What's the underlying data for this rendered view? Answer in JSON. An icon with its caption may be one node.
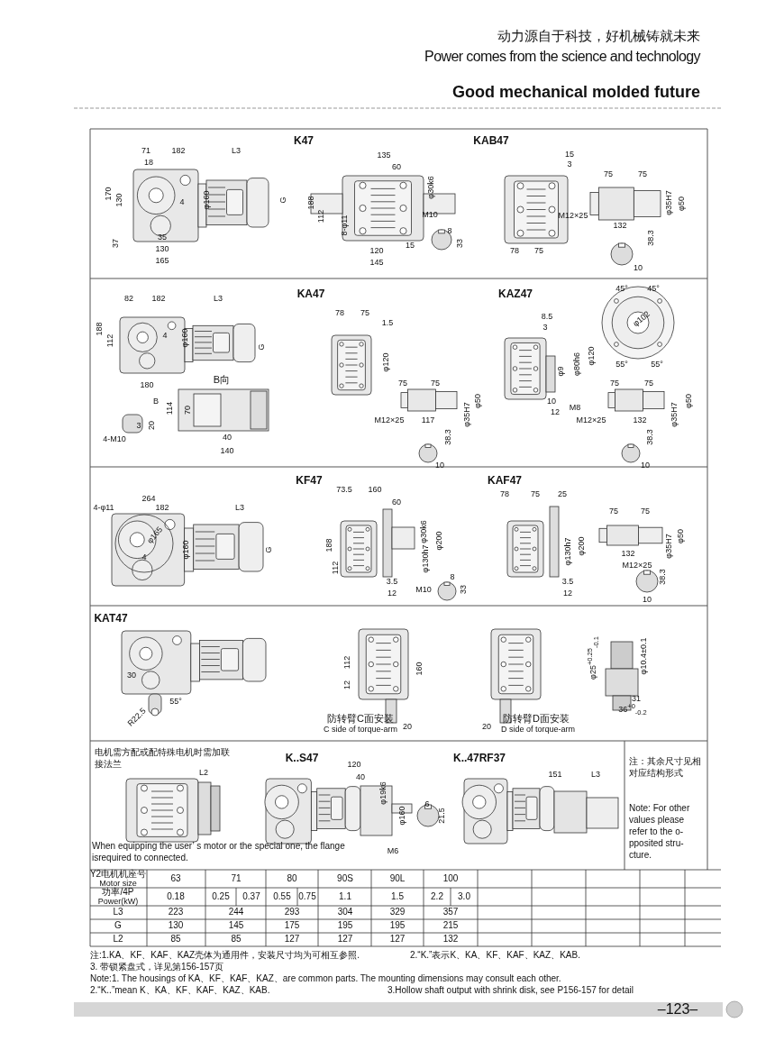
{
  "diagram": {
    "labels": [
      "动力源自于科技，好机械铸就未来",
      "Power comes from the science and technology",
      "Good mechanical molded future",
      "K47",
      "71",
      "182",
      "L3",
      "18",
      "170",
      "130",
      "4",
      "φ160",
      "G",
      "37",
      "35",
      "130",
      "165",
      "135",
      "60",
      "φ30k6",
      "188",
      "112",
      "8-φ11",
      "M10",
      "120",
      "15",
      "145",
      "8",
      "33",
      "KAB47",
      "15",
      "3",
      "75",
      "75",
      "M12×25",
      "132",
      "φ35H7",
      "φ50",
      "78",
      "75",
      "38.3",
      "10",
      "KA47",
      "82",
      "182",
      "L3",
      "188",
      "112",
      "4",
      "φ160",
      "G",
      "180",
      "B",
      "B向",
      "114",
      "70",
      "3",
      "20",
      "4-M10",
      "40",
      "140",
      "78",
      "75",
      "1.5",
      "φ120",
      "75",
      "75",
      "M12×25",
      "117",
      "φ35H7",
      "φ50",
      "38.3",
      "10",
      "KAZ47",
      "45°",
      "45°",
      "φ102",
      "55°",
      "55°",
      "8.5",
      "3",
      "φ9",
      "φ80h6",
      "φ120",
      "M8",
      "10",
      "12",
      "75",
      "75",
      "M12×25",
      "132",
      "φ35H7",
      "φ50",
      "38.3",
      "10",
      "KF47",
      "264",
      "4-φ11",
      "182",
      "L3",
      "φ165",
      "4",
      "φ160",
      "G",
      "73.5",
      "160",
      "60",
      "φ30k6",
      "φ130h7",
      "φ200",
      "188",
      "112",
      "3.5",
      "12",
      "M10",
      "8",
      "33",
      "KAF47",
      "78",
      "75",
      "25",
      "φ130h7",
      "φ200",
      "3.5",
      "12",
      "75",
      "75",
      "φ35H7",
      "φ50",
      "132",
      "M12×25",
      "38.3",
      "10",
      "KAT47",
      "30",
      "R22.5",
      "55°",
      "112",
      "12",
      "160",
      "20",
      "防转臂C面安装",
      "C side of torque-arm",
      "20",
      "防转臂D面安装",
      "D side of torque-arm",
      "φ25$^{+0.25}$$_{-0.1}$",
      "φ10.4±0.1",
      "31",
      "36$^{+0}$$_{-0.2}$",
      "电机需方配或配特殊电机时需加联接法兰",
      "L2",
      "When equipping the user’ s motor or the special one, the flange isrequired to connected.",
      "K..S47",
      "120",
      "40",
      "φ19k6",
      "φ160",
      "6",
      "21.5",
      "M6",
      "K..47RF37",
      "151",
      "L3",
      "注：其余尺寸见相对应结构形式",
      "Note: For other values please refer to the o-pposited stru-cture.",
      "Y2电机机座号",
      "Motor size",
      "63",
      "71",
      "80",
      "90S",
      "90L",
      "100",
      "功率/4P",
      "Power(kW)",
      "0.18",
      "0.25",
      "0.37",
      "0.55",
      "0.75",
      "1.1",
      "1.5",
      "2.2",
      "3.0",
      "L3",
      "223",
      "244",
      "293",
      "304",
      "329",
      "357",
      "G",
      "130",
      "145",
      "175",
      "195",
      "195",
      "215",
      "L2",
      "85",
      "85",
      "127",
      "127",
      "127",
      "132",
      "注:1.KA、KF、KAF、KAZ壳体为通用件，安装尺寸均为可相互参照.",
      "2.“K.”表示K、KA、KF、KAF、KAZ、KAB.",
      "3. 带锁紧盘式，详见第156-157页",
      "Note:1. The housings of KA、KF、KAF、KAZ、are common parts. The mounting dimensions may consult each other.",
      "2.“K..”mean K、KA、KF、KAF、KAZ、KAB.",
      "3.Hollow shaft output with shrink disk, see P156-157 for detail",
      "–123–"
    ]
  }
}
